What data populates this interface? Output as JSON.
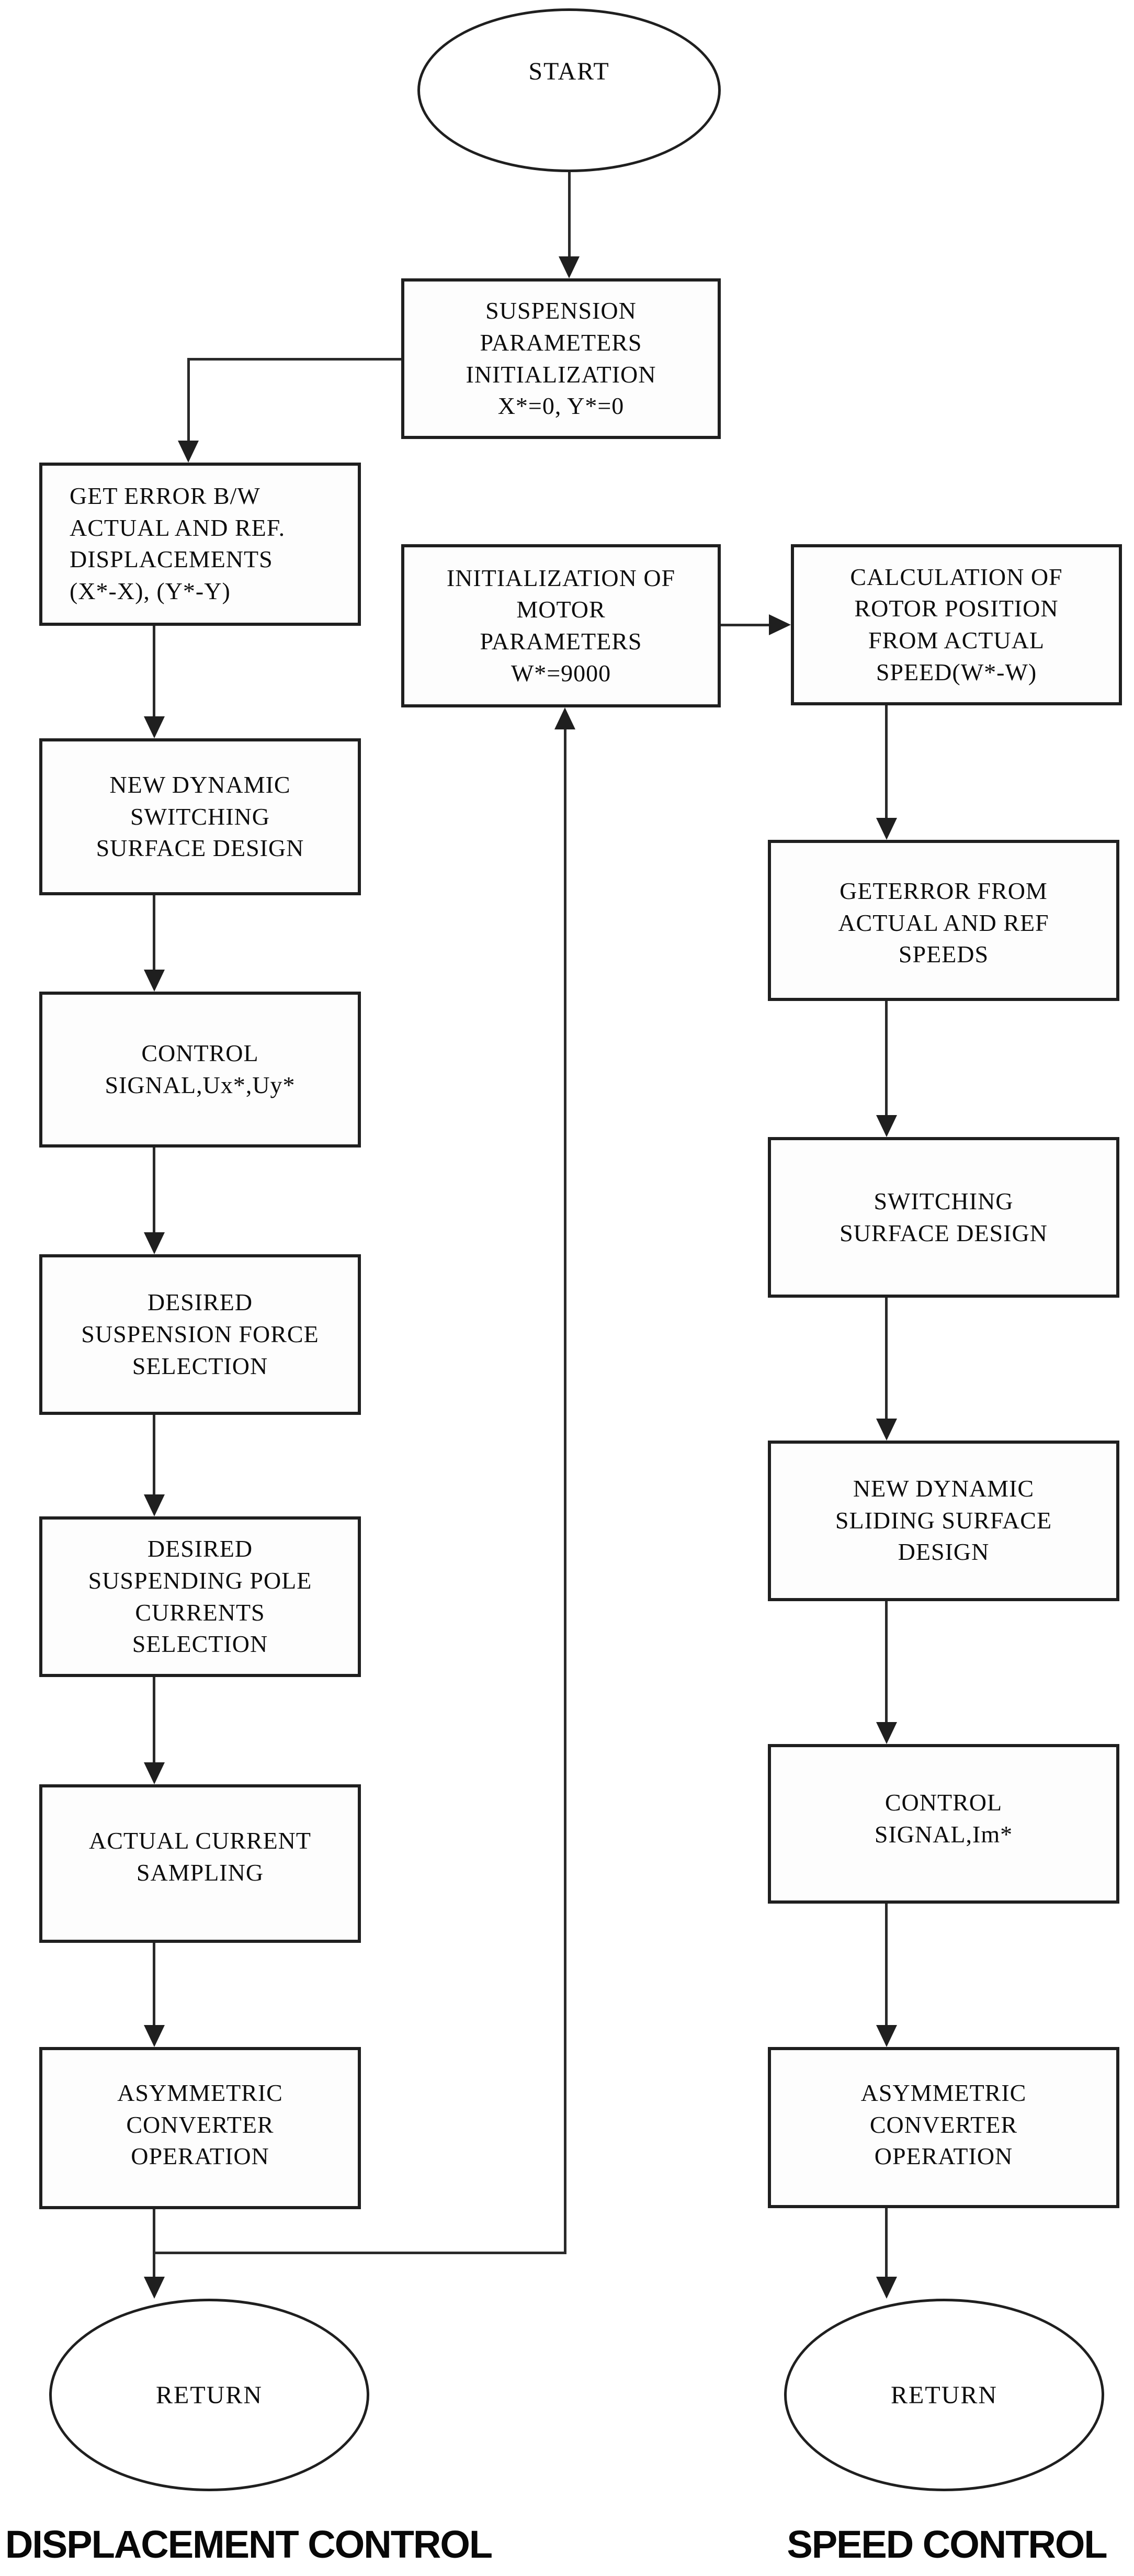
{
  "figure": {
    "background_color": "#ffffff",
    "line_color": "#1f1f1f",
    "terminals": {
      "start": "START",
      "return_left": "RETURN",
      "return_right": "RETURN"
    },
    "boxes": {
      "suspension_init": "SUSPENSION\nPARAMETERS\nINITIALIZATION\nX*=0, Y*=0",
      "get_error_displacements": "GET ERROR B/W\nACTUAL AND REF.\nDISPLACEMENTS\n(X*-X), (Y*-Y)",
      "new_dynamic_switching": "NEW DYNAMIC\nSWITCHING\nSURFACE DESIGN",
      "control_signal_uxuy": "CONTROL\nSIGNAL,Ux*,Uy*",
      "desired_suspension_force": "DESIRED\nSUSPENSION FORCE\nSELECTION",
      "desired_suspending_pole": "DESIRED\nSUSPENDING POLE\nCURRENTS\nSELECTION",
      "actual_current_sampling": "ACTUAL CURRENT\nSAMPLING",
      "asymmetric_converter_left": "ASYMMETRIC\nCONVERTER\nOPERATION",
      "initialization_motor": "INITIALIZATION OF\nMOTOR\nPARAMETERS\nW*=9000",
      "calculation_rotor": "CALCULATION OF\nROTOR POSITION\nFROM ACTUAL\nSPEED(W*-W)",
      "get_error_speeds": "GETERROR FROM\nACTUAL AND REF\nSPEEDS",
      "switching_surface": "SWITCHING\nSURFACE DESIGN",
      "new_dynamic_sliding": "NEW DYNAMIC\nSLIDING SURFACE\nDESIGN",
      "control_signal_im": "CONTROL\nSIGNAL,Im*",
      "asymmetric_converter_right": "ASYMMETRIC\nCONVERTER\nOPERATION"
    },
    "captions": {
      "left": "DISPLACEMENT CONTROL",
      "right": "SPEED CONTROL"
    }
  }
}
